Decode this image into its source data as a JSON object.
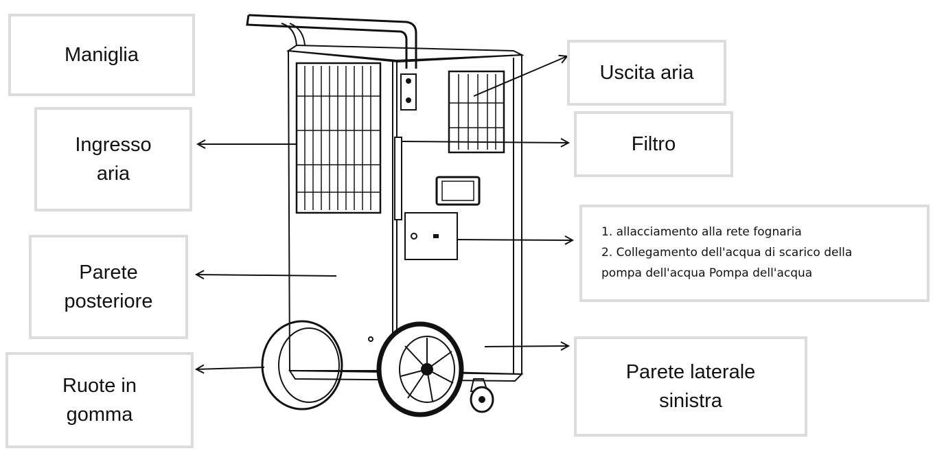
{
  "labels": {
    "handle": "Maniglia",
    "air_inlet": [
      "Ingresso",
      "aria"
    ],
    "back_wall": [
      "Parete",
      "posteriore"
    ],
    "rubber_wheels": [
      "Ruote in",
      "gomma"
    ],
    "air_outlet": "Uscita aria",
    "filter": "Filtro",
    "connections": [
      "1. allacciamento alla rete fognaria",
      "2. Collegamento dell'acqua di scarico della",
      "pompa dell'acqua Pompa dell'acqua"
    ],
    "left_side_wall": [
      "Parete laterale",
      "sinistra"
    ]
  },
  "colors": {
    "line": "#111111",
    "box_border": "#dcdcdc",
    "background": "#ffffff"
  }
}
